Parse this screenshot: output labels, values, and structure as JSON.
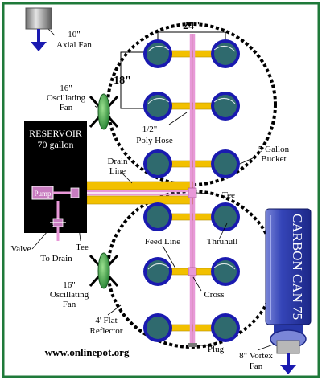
{
  "labels": {
    "axial_fan": [
      "10\"",
      "Axial Fan"
    ],
    "dim_24": "24\"",
    "dim_18": "18\"",
    "osc_fan_top": [
      "16\"",
      "Oscillating",
      "Fan"
    ],
    "osc_fan_bottom": [
      "16\"",
      "Oscillating",
      "Fan"
    ],
    "reservoir": [
      "RESERVOIR",
      "70 gallon"
    ],
    "pump": "Pump",
    "poly_hose": [
      "1/2\"",
      "Poly Hose"
    ],
    "bucket": [
      "5 Gallon",
      "Bucket"
    ],
    "drain_line": [
      "Drain",
      "Line"
    ],
    "tee_right": "Tee",
    "tee_left": "Tee",
    "valve": "Valve",
    "to_drain": "To Drain",
    "feed_line": "Feed Line",
    "thruhull": "Thruhull",
    "cross": "Cross",
    "reflector": [
      "4' Flat",
      "Reflector"
    ],
    "plug": "Plug",
    "carbon_can": "CARBON CAN 75",
    "vortex_fan": [
      "8\" Vortex",
      "Fan"
    ],
    "website": "www.onlinepot.org"
  },
  "colors": {
    "frame": "#1f7a3a",
    "bucket_fill": "#2f6a6e",
    "bucket_ring": "#1a1ab0",
    "feed_pipe": "#f2c000",
    "poly_hose": "#e898d8",
    "reservoir": "#000000",
    "pump": "#c87cc0",
    "carbon_can": "#2838a8"
  },
  "icons": [
    "axial-fan-icon",
    "oscillating-fan-icon",
    "vortex-fan-icon",
    "carbon-filter-icon",
    "arrow-down-icon"
  ]
}
